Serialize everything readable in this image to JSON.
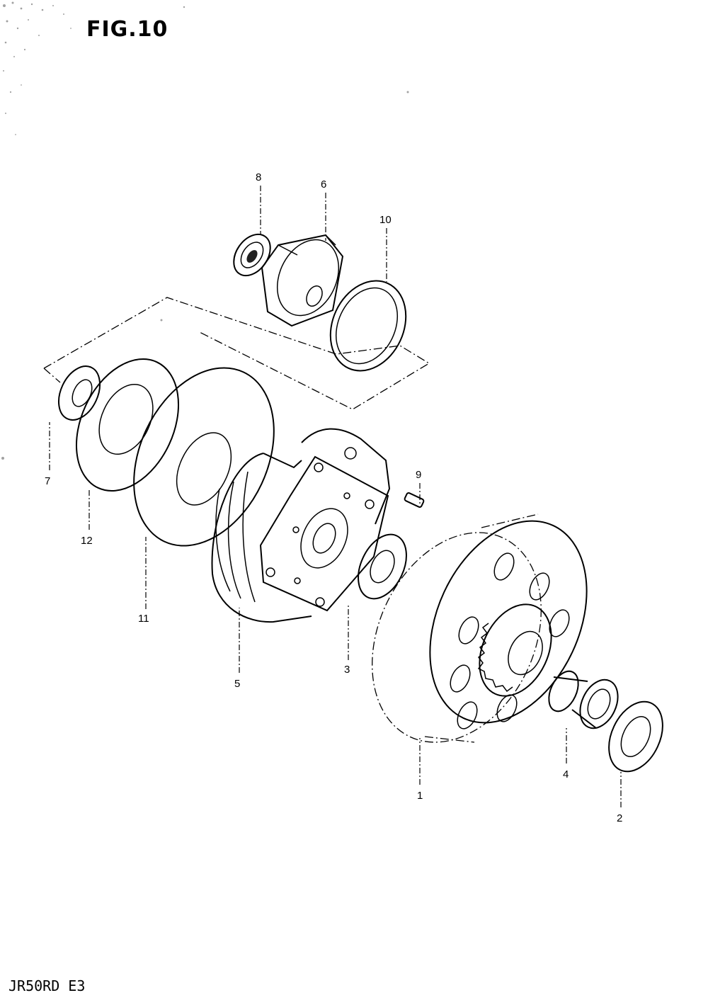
{
  "figure": {
    "title": "FIG.10",
    "model_code": "JR50RD E3"
  },
  "callouts": [
    {
      "id": "1",
      "label": "1"
    },
    {
      "id": "2",
      "label": "2"
    },
    {
      "id": "3",
      "label": "3"
    },
    {
      "id": "4",
      "label": "4"
    },
    {
      "id": "5",
      "label": "5"
    },
    {
      "id": "6",
      "label": "6"
    },
    {
      "id": "7",
      "label": "7"
    },
    {
      "id": "8",
      "label": "8"
    },
    {
      "id": "9",
      "label": "9"
    },
    {
      "id": "10",
      "label": "10"
    },
    {
      "id": "11",
      "label": "11"
    },
    {
      "id": "12",
      "label": "12"
    }
  ]
}
